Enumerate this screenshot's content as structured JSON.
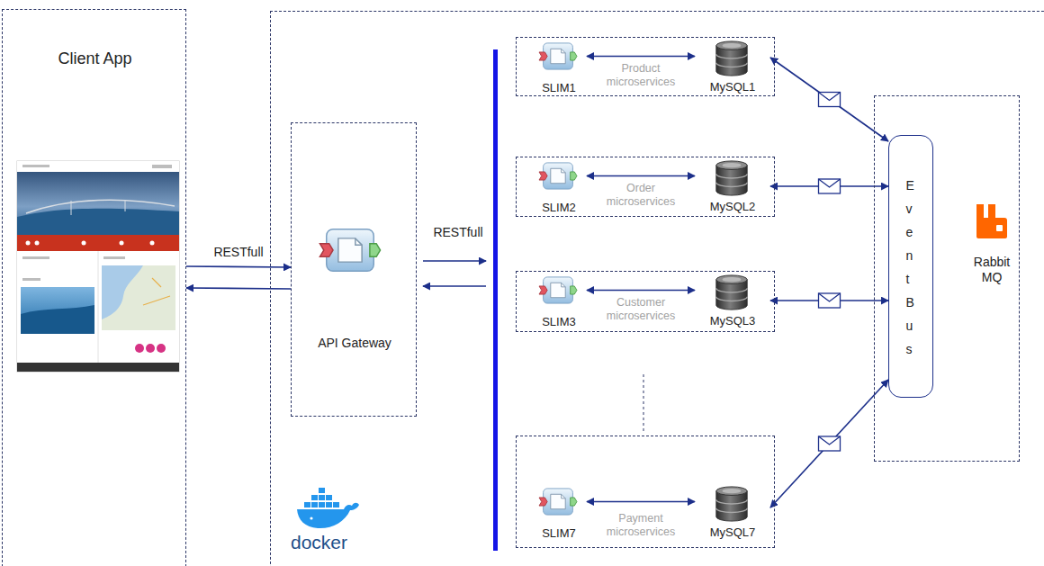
{
  "diagram": {
    "nodes": [
      {
        "text": [
          "Client App"
        ]
      },
      {
        "text": [
          "docker"
        ]
      },
      {
        "text": [
          "API Gateway"
        ],
        "in": 1
      },
      {
        "text": [
          "Product microservices"
        ],
        "in": 1
      },
      {
        "text": [
          "SLIM1"
        ],
        "in": 3
      },
      {
        "text": [
          "MySQL1"
        ],
        "in": 3
      },
      {
        "text": [
          "Order microservices"
        ],
        "in": 1
      },
      {
        "text": [
          "SLIM2"
        ],
        "in": 6
      },
      {
        "text": [
          "MySQL2"
        ],
        "in": 6
      },
      {
        "text": [
          "Customer microservices"
        ],
        "in": 1
      },
      {
        "text": [
          "SLIM3"
        ],
        "in": 9
      },
      {
        "text": [
          "MySQL3"
        ],
        "in": 9
      },
      {
        "text": [
          "Payment microservices"
        ],
        "in": 1
      },
      {
        "text": [
          "SLIM7"
        ],
        "in": 12
      },
      {
        "text": [
          "MySQL7"
        ],
        "in": 12
      },
      {
        "text": [
          "Rabbit MQ"
        ],
        "in": 1
      },
      {
        "text": [
          "Event Bus"
        ],
        "in": 15
      }
    ],
    "edges": [
      {
        "from": 0,
        "to": 2,
        "arrow": "to",
        "label": "RESTfull"
      },
      {
        "from": 2,
        "to": 0,
        "arrow": "to"
      },
      {
        "from": 4,
        "to": 5,
        "arrow": "both"
      },
      {
        "from": 7,
        "to": 8,
        "arrow": "both"
      },
      {
        "from": 10,
        "to": 11,
        "arrow": "both"
      },
      {
        "from": 13,
        "to": 14,
        "arrow": "both"
      },
      {
        "from": 5,
        "to": 16,
        "arrow": "both"
      },
      {
        "from": 8,
        "to": 16,
        "arrow": "both"
      },
      {
        "from": 11,
        "to": 16,
        "arrow": "both"
      },
      {
        "from": 14,
        "to": 16,
        "arrow": "both"
      }
    ],
    "labels": [
      "RESTfull"
    ]
  }
}
